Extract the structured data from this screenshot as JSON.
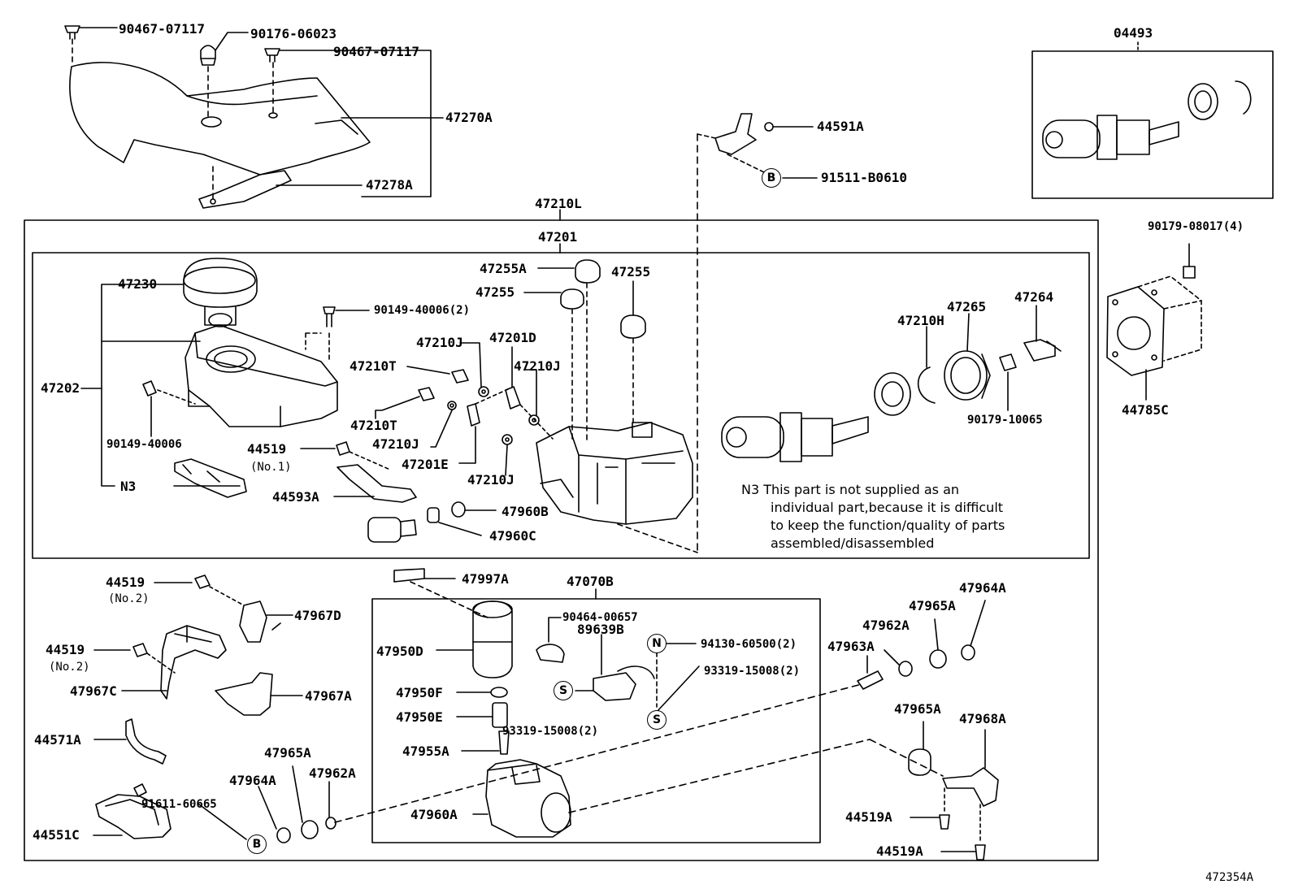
{
  "labels": {
    "p90467_07117_a": "90467-07117",
    "p90176_06023": "90176-06023",
    "p90467_07117_b": "90467-07117",
    "p47270A": "47270A",
    "p47278A": "47278A",
    "p44591A": "44591A",
    "p91511_B0610": "91511-B0610",
    "p04493": "04493",
    "p47210L": "47210L",
    "p47201": "47201",
    "p90179_08017": "90179-08017(4)",
    "p44785C": "44785C",
    "p47230": "47230",
    "p90149_40006_2": "90149-40006(2)",
    "p47202": "47202",
    "p90149_40006": "90149-40006",
    "pN3": "N3",
    "p44519_a": "44519",
    "p44519_a_sub": "(No.1)",
    "p44593A": "44593A",
    "p47255A": "47255A",
    "p47255_a": "47255",
    "p47255_b": "47255",
    "p47210J_a": "47210J",
    "p47201D": "47201D",
    "p47210T_a": "47210T",
    "p47210J_b": "47210J",
    "p47210T_b": "47210T",
    "p47210J_c": "47210J",
    "p47201E": "47201E",
    "p47210J_d": "47210J",
    "p47960B": "47960B",
    "p47960C": "47960C",
    "p47210H": "47210H",
    "p47265": "47265",
    "p47264": "47264",
    "p90179_10065": "90179-10065",
    "p44519_b": "44519",
    "p44519_b_sub": "(No.2)",
    "p47967D": "47967D",
    "p44519_c": "44519",
    "p44519_c_sub": "(No.2)",
    "p47967C": "47967C",
    "p47967A": "47967A",
    "p44571A": "44571A",
    "p44551C": "44551C",
    "p91611_60665": "91611-60665",
    "p47964A_a": "47964A",
    "p47965A_a": "47965A",
    "p47962A_a": "47962A",
    "p47997A": "47997A",
    "p47070B": "47070B",
    "p90464_00657": "90464-00657",
    "p89639B": "89639B",
    "p94130_60500": "94130-60500(2)",
    "p93319_15008_a": "93319-15008(2)",
    "p47950D": "47950D",
    "p47950F": "47950F",
    "p47950E": "47950E",
    "p93319_15008_b": "93319-15008(2)",
    "p47955A": "47955A",
    "p47960A": "47960A",
    "p47963A": "47963A",
    "p47962A_b": "47962A",
    "p47965A_b": "47965A",
    "p47964A_b": "47964A",
    "p47965A_c": "47965A",
    "p47968A": "47968A",
    "p44519A_a": "44519A",
    "p44519A_b": "44519A",
    "p472354A": "472354A"
  },
  "symbols": {
    "b": "B",
    "n": "N",
    "s": "S"
  },
  "note": {
    "line1": "N3 This part is not supplied as an",
    "line2": "individual part,because it is difficult",
    "line3": "to keep the function/quality of parts",
    "line4": "assembled/disassembled"
  }
}
